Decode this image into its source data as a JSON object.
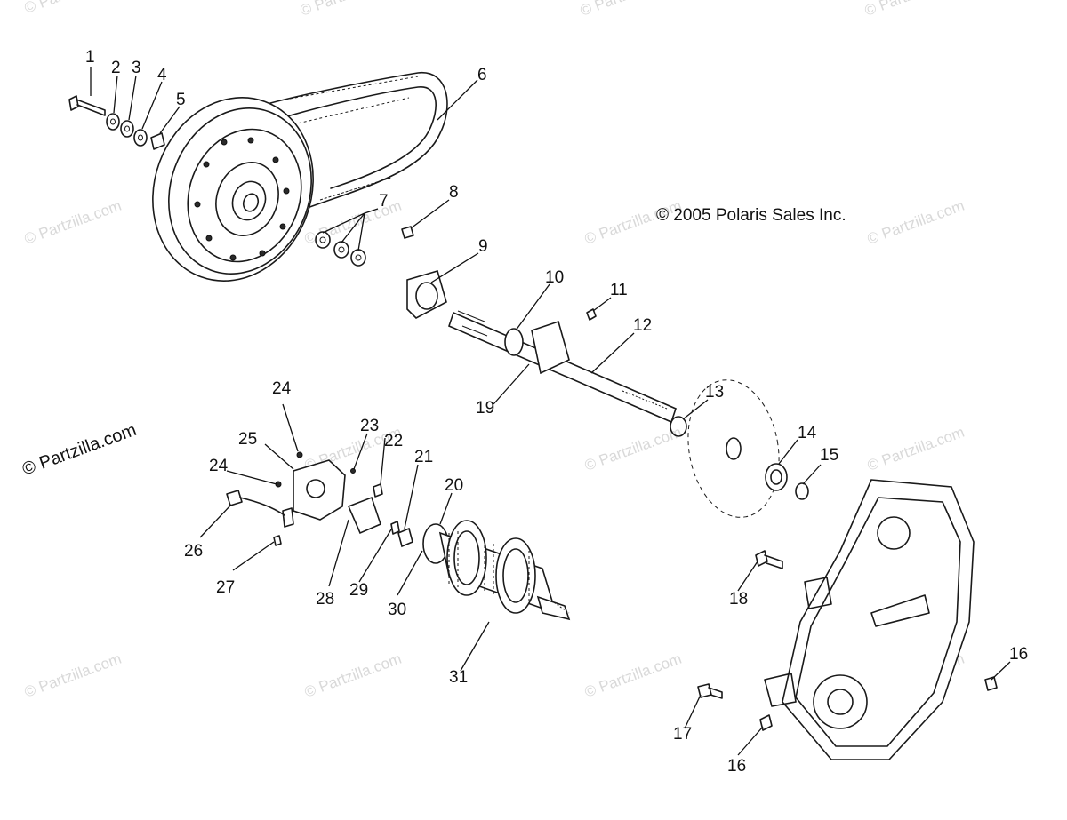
{
  "copyright": "© 2005 Polaris Sales Inc.",
  "site_label": "© Partzilla.com",
  "watermark": "© Partzilla.com",
  "callouts": [
    "1",
    "2",
    "3",
    "4",
    "5",
    "6",
    "7",
    "8",
    "9",
    "10",
    "11",
    "12",
    "13",
    "14",
    "15",
    "16",
    "17",
    "18",
    "19",
    "20",
    "21",
    "22",
    "23",
    "24",
    "25",
    "26",
    "27",
    "28",
    "29",
    "30",
    "31"
  ],
  "callouts_repeat": [
    "16",
    "24"
  ]
}
